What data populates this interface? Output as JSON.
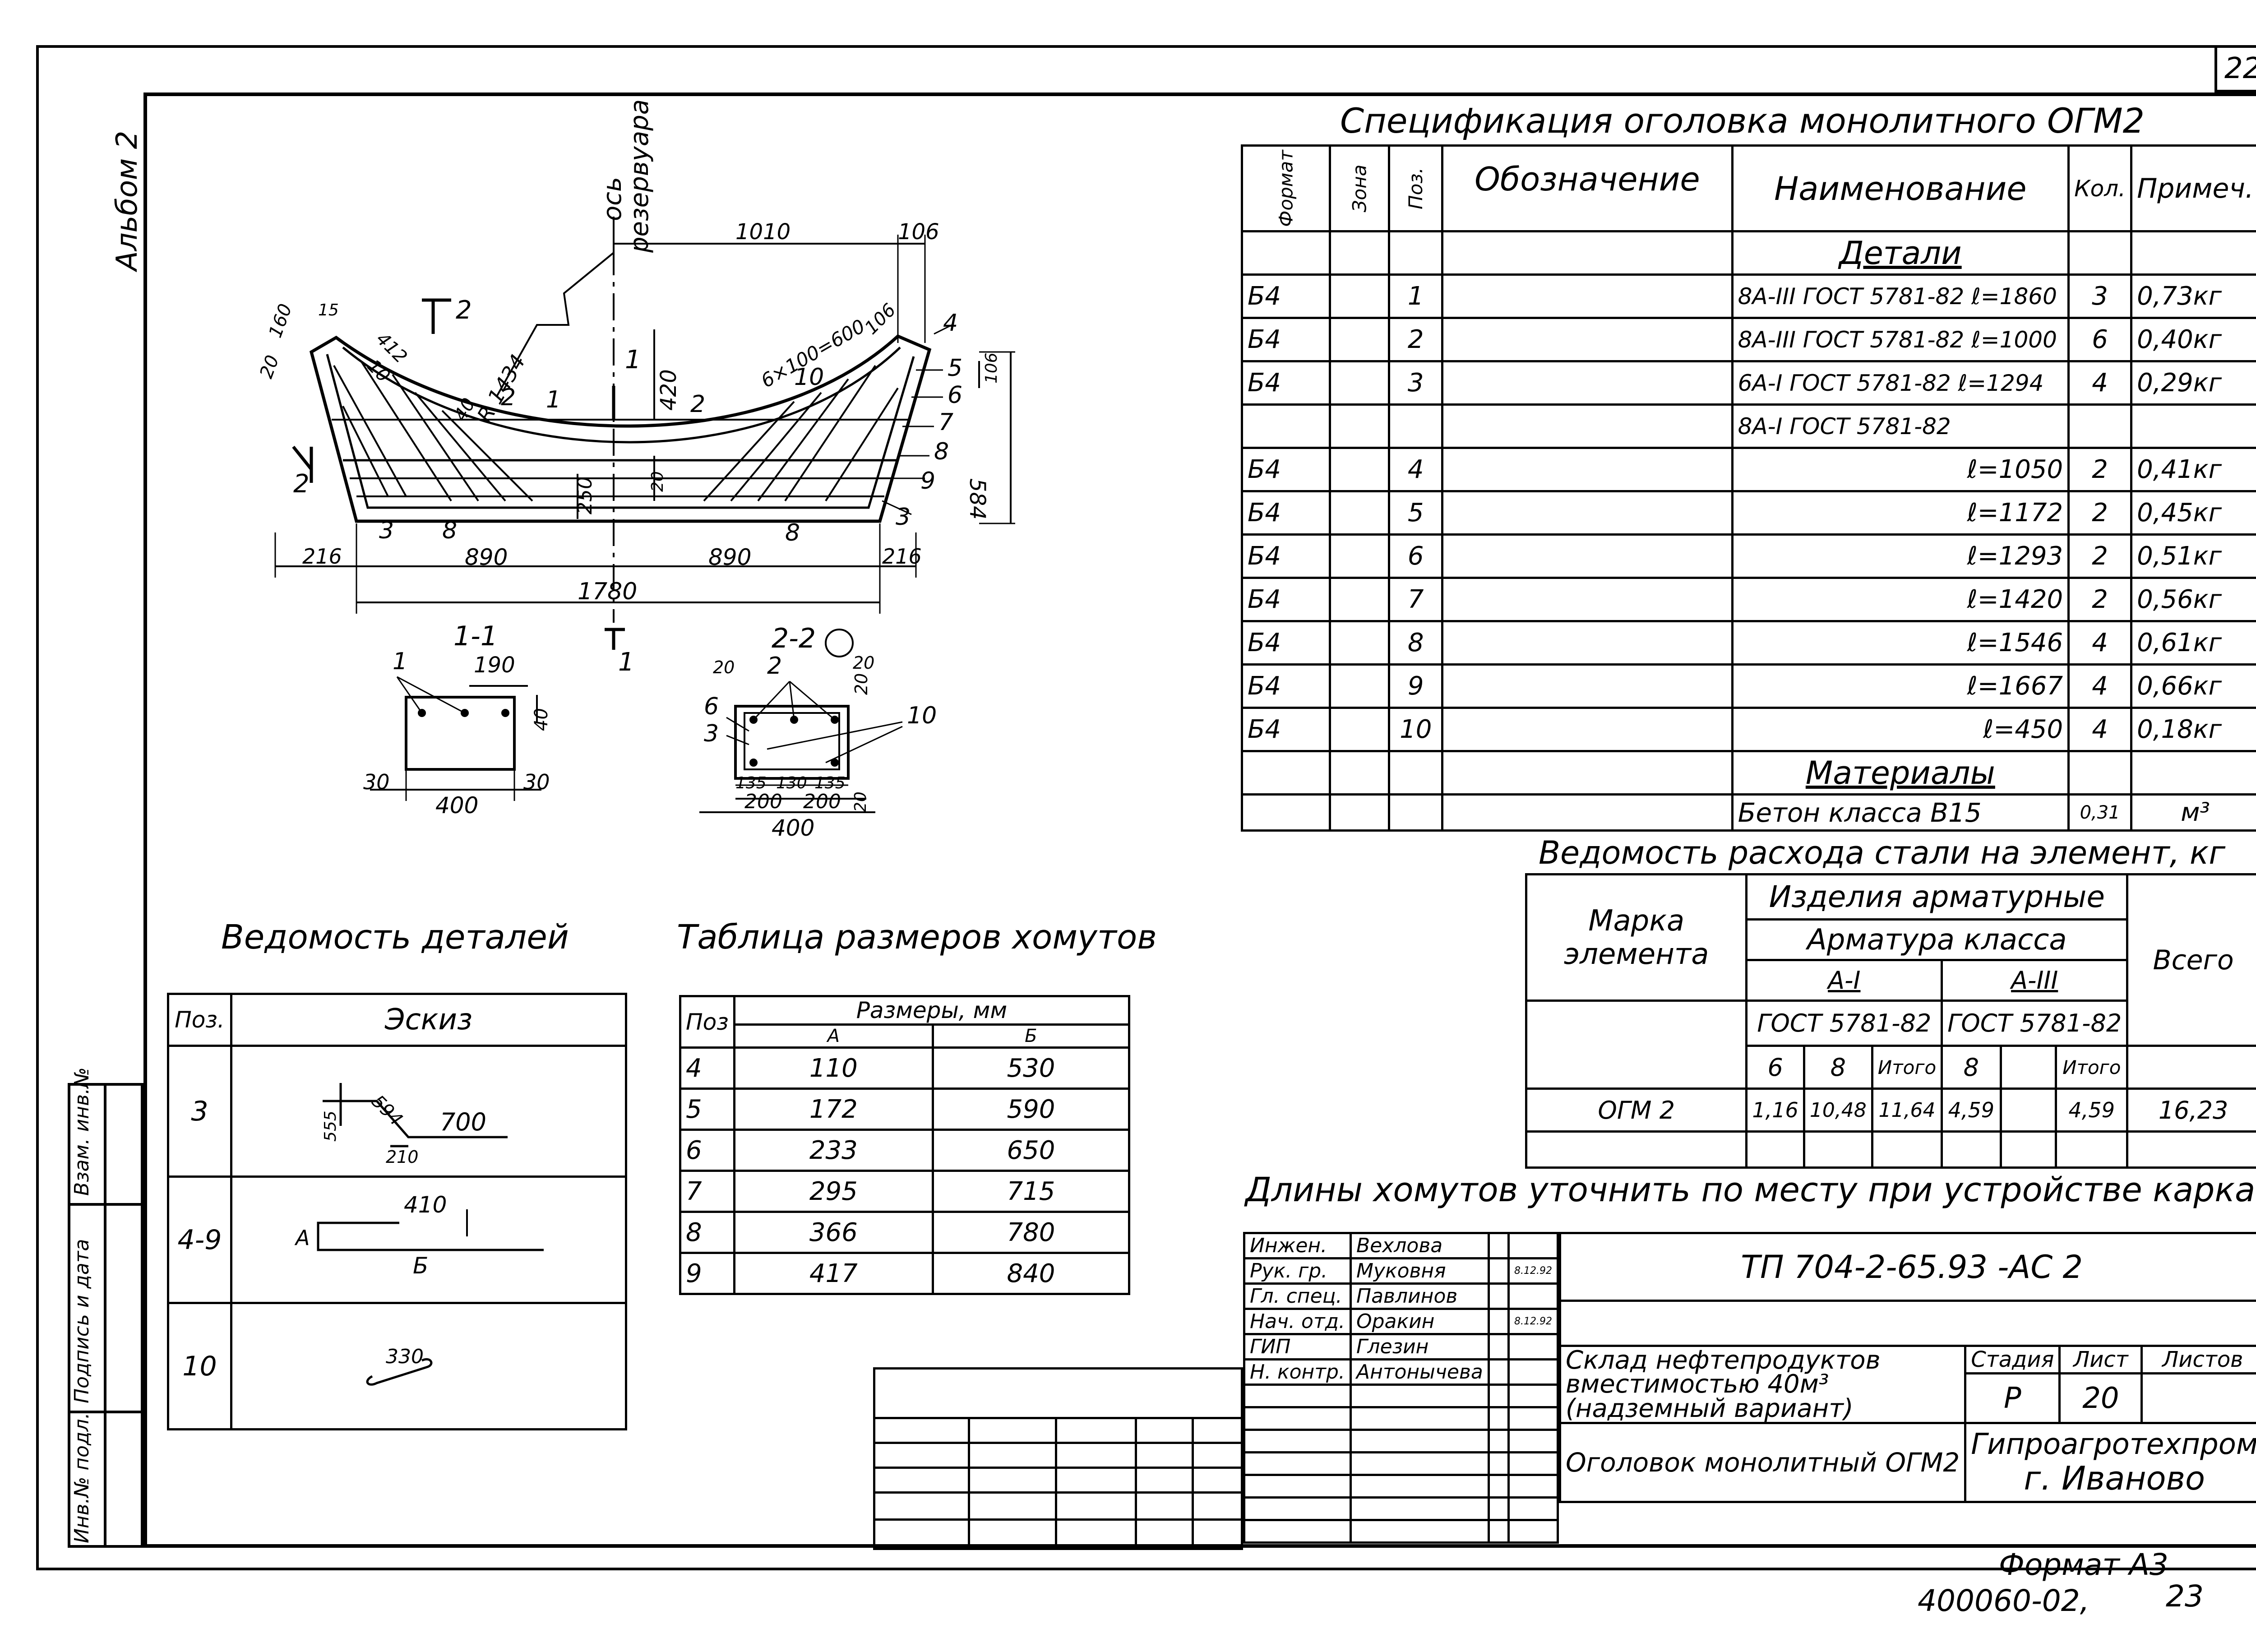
{
  "sheet": {
    "page_number": "22",
    "album": "Альбом 2",
    "format": "Формат А3",
    "inventory": "400060-02,",
    "inventory_page": "23"
  },
  "side_stamp": {
    "col1": "Инв.№ подл.",
    "col2": "Подпись и дата",
    "col3": "Взам. инв.№"
  },
  "drawing": {
    "axis_label_1": "ось",
    "axis_label_2": "резервуара",
    "dims": {
      "d1010": "1010",
      "d106a": "106",
      "d160": "160",
      "d15": "15",
      "d20a": "20",
      "d412": "412",
      "d10a": "10",
      "d2": "2",
      "d40": "40",
      "r1434": "R 1434",
      "d420": "420",
      "step": "6×100=600",
      "d106b": "106",
      "d584": "584",
      "d250": "250",
      "d20b": "20",
      "d216a": "216",
      "d890a": "890",
      "d890b": "890",
      "d216b": "216",
      "d1780": "1780"
    },
    "positions": [
      "1",
      "2",
      "3",
      "4",
      "5",
      "6",
      "7",
      "8",
      "9",
      "10",
      "2",
      "8",
      "1",
      "2"
    ],
    "section_marks": {
      "s1": "1",
      "s2": "2"
    },
    "section_1": {
      "label": "1-1",
      "pos1": "1",
      "d190": "190",
      "d40": "40",
      "d30a": "30",
      "d400": "400",
      "d30b": "30"
    },
    "section_2": {
      "label": "2-2",
      "pos2": "2",
      "d20a": "20",
      "d20b": "20",
      "d20c": "20",
      "pos6": "6",
      "pos3": "3",
      "pos10": "10",
      "d135a": "135",
      "d130": "130",
      "d135b": "135",
      "d200a": "200",
      "d200b": "200",
      "d20d": "20",
      "d400": "400"
    }
  },
  "spec": {
    "title": "Спецификация оголовка монолитного ОГМ2",
    "headers": {
      "format": "Формат",
      "zone": "Зона",
      "pos": "Поз.",
      "designation": "Обозначение",
      "name": "Наименование",
      "qty": "Кол.",
      "note": "Примеч."
    },
    "section_details": "Детали",
    "rows": [
      {
        "format": "Б4",
        "pos": "1",
        "name": "8А-III ГОСТ 5781-82 ℓ=1860",
        "qty": "3",
        "note": "0,73кг"
      },
      {
        "format": "Б4",
        "pos": "2",
        "name": "8А-III ГОСТ 5781-82 ℓ=1000",
        "qty": "6",
        "note": "0,40кг"
      },
      {
        "format": "Б4",
        "pos": "3",
        "name": "6А-I ГОСТ 5781-82 ℓ=1294",
        "qty": "4",
        "note": "0,29кг"
      },
      {
        "format": "",
        "pos": "",
        "name": "8А-I ГОСТ 5781-82",
        "qty": "",
        "note": ""
      },
      {
        "format": "Б4",
        "pos": "4",
        "name": "ℓ=1050",
        "qty": "2",
        "note": "0,41кг"
      },
      {
        "format": "Б4",
        "pos": "5",
        "name": "ℓ=1172",
        "qty": "2",
        "note": "0,45кг"
      },
      {
        "format": "Б4",
        "pos": "6",
        "name": "ℓ=1293",
        "qty": "2",
        "note": "0,51кг"
      },
      {
        "format": "Б4",
        "pos": "7",
        "name": "ℓ=1420",
        "qty": "2",
        "note": "0,56кг"
      },
      {
        "format": "Б4",
        "pos": "8",
        "name": "ℓ=1546",
        "qty": "4",
        "note": "0,61кг"
      },
      {
        "format": "Б4",
        "pos": "9",
        "name": "ℓ=1667",
        "qty": "4",
        "note": "0,66кг"
      },
      {
        "format": "Б4",
        "pos": "10",
        "name": "ℓ=450",
        "qty": "4",
        "note": "0,18кг"
      }
    ],
    "section_materials": "Материалы",
    "material": {
      "name": "Бетон класса В15",
      "qty": "0,31",
      "note": "м³"
    }
  },
  "steel": {
    "title": "Ведомость расхода стали на элемент, кг",
    "h_mark": "Марка элемента",
    "h_products": "Изделия арматурные",
    "h_class": "Арматура класса",
    "h_a1": "А-I",
    "h_a3": "А-III",
    "h_gost1": "ГОСТ 5781-82",
    "h_gost2": "ГОСТ 5781-82",
    "h_total": "Всего",
    "sub": [
      "6",
      "8",
      "Итого",
      "8",
      "",
      "Итого"
    ],
    "row": {
      "mark": "ОГМ 2",
      "v6": "1,16",
      "v8": "10,48",
      "sum1": "11,64",
      "v8b": "4,59",
      "blank": "",
      "sum2": "4,59",
      "total": "16,23"
    }
  },
  "details": {
    "title": "Ведомость деталей",
    "h_pos": "Поз.",
    "h_sketch": "Эскиз",
    "rows": [
      {
        "pos": "3",
        "dims": [
          "555",
          "594",
          "700",
          "210"
        ]
      },
      {
        "pos": "4-9",
        "dims": [
          "410",
          "А",
          "Б"
        ]
      },
      {
        "pos": "10",
        "dims": [
          "330"
        ]
      }
    ]
  },
  "stirrups": {
    "title": "Таблица размеров хомутов",
    "h_pos": "Поз",
    "h_sizes": "Размеры, мм",
    "h_a": "А",
    "h_b": "Б",
    "rows": [
      {
        "pos": "4",
        "a": "110",
        "b": "530"
      },
      {
        "pos": "5",
        "a": "172",
        "b": "590"
      },
      {
        "pos": "6",
        "a": "233",
        "b": "650"
      },
      {
        "pos": "7",
        "a": "295",
        "b": "715"
      },
      {
        "pos": "8",
        "a": "366",
        "b": "780"
      },
      {
        "pos": "9",
        "a": "417",
        "b": "840"
      }
    ]
  },
  "note": "Длины хомутов уточнить по месту при устройстве каркаса",
  "titleblock": {
    "people": [
      {
        "role": "Инжен.",
        "name": "Вехлова",
        "date": ""
      },
      {
        "role": "Рук. гр.",
        "name": "Муковня",
        "date": "8.12.92"
      },
      {
        "role": "Гл. спец.",
        "name": "Павлинов",
        "date": ""
      },
      {
        "role": "Нач. отд.",
        "name": "Оракин",
        "date": "8.12.92"
      },
      {
        "role": "ГИП",
        "name": "Глезин",
        "date": ""
      },
      {
        "role": "Н. контр.",
        "name": "Антонычева",
        "date": ""
      }
    ],
    "code": "ТП 704-2-65.93 -АС 2",
    "object": "Склад нефтепродуктов вместимостью 40м³ (надземный вариант)",
    "sheet_name": "Оголовок монолитный ОГМ2",
    "h_stage": "Стадия",
    "h_sheet": "Лист",
    "h_sheets": "Листов",
    "stage": "Р",
    "sheet_no": "20",
    "sheets": "",
    "org1": "Гипроагротехпром",
    "org2": "г. Иваново"
  }
}
